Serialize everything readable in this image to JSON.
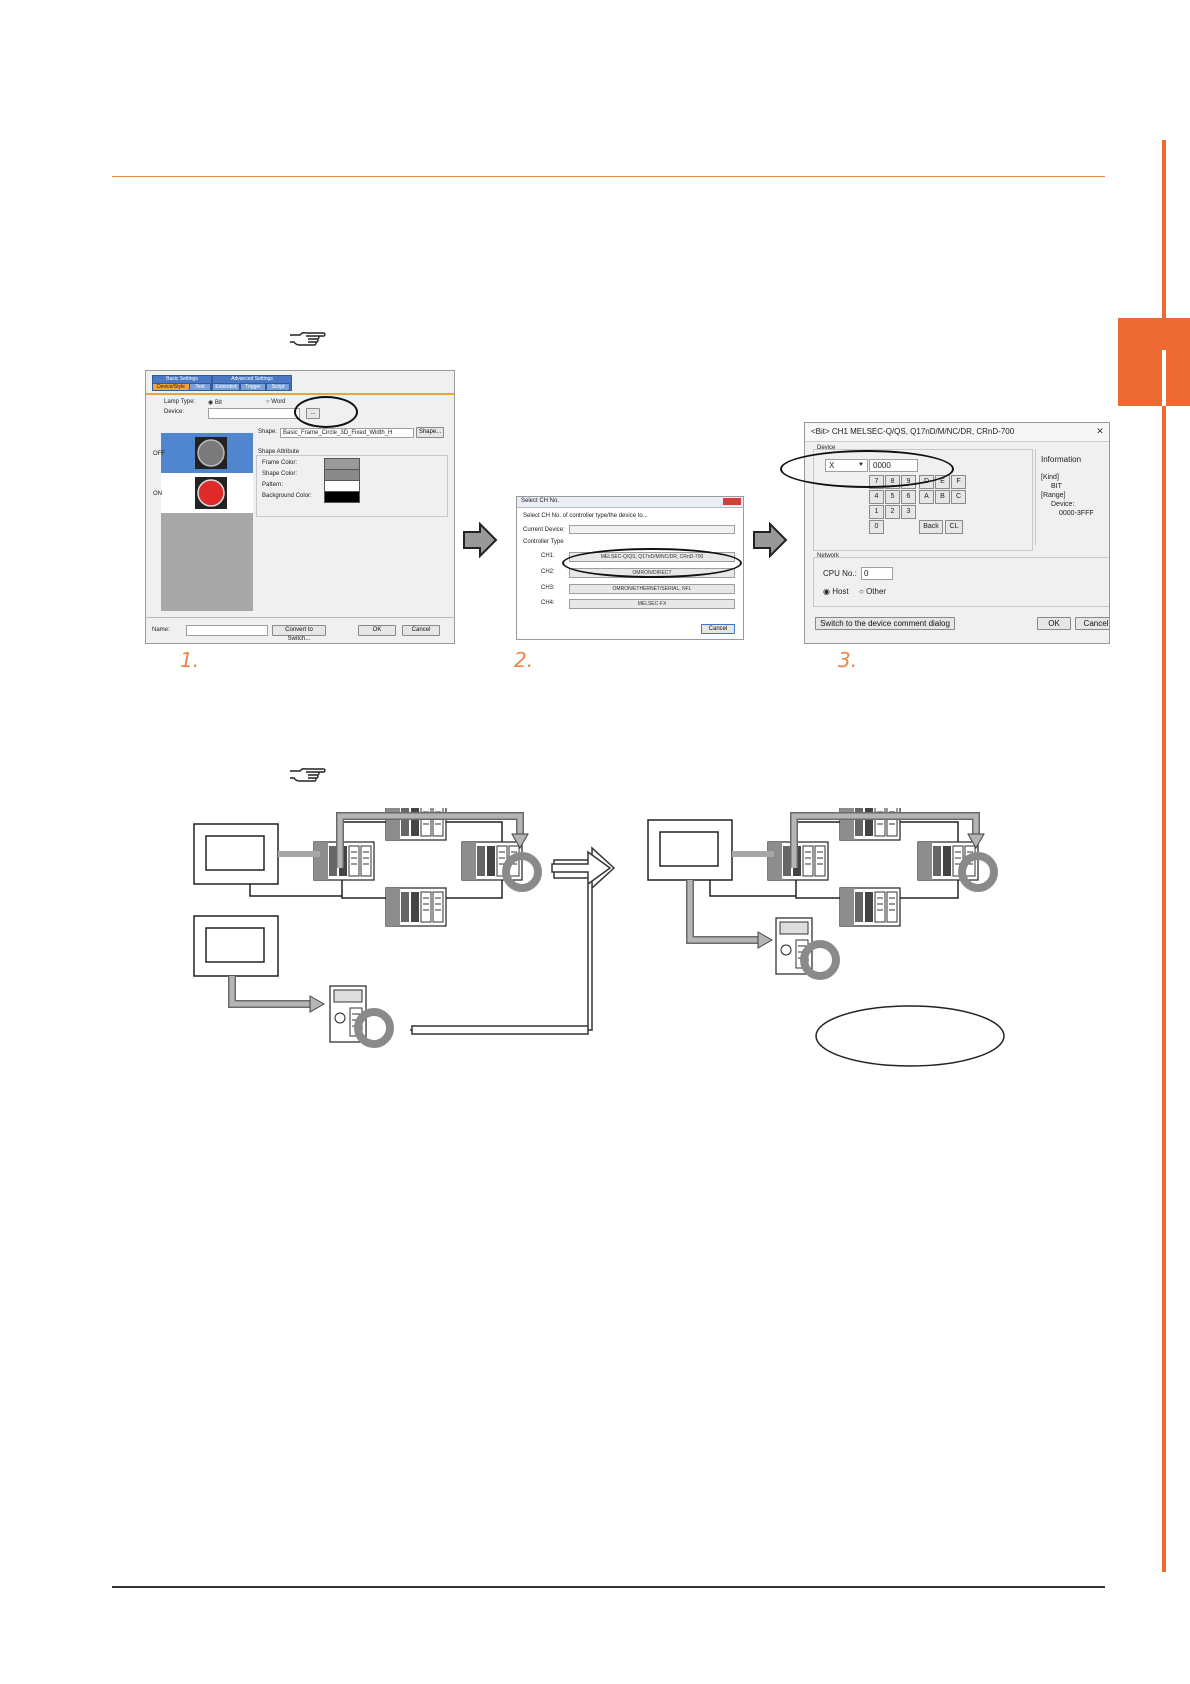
{
  "page": {
    "accent_color": "#ee6a33",
    "rule_color": "#e8864a"
  },
  "reference_icon": "pointing-hand-icon",
  "steps": [
    "1.",
    "2.",
    "3."
  ],
  "dialog1": {
    "tabs": [
      "Basic Settings",
      "Advanced Settings"
    ],
    "subtabs": [
      "Device/Style",
      "Text",
      "Extended",
      "Trigger",
      "Script"
    ],
    "lamp_type_label": "Lamp Type:",
    "lamp_type_options": [
      "Bit",
      "Word"
    ],
    "device_label": "Device:",
    "device_button": "...",
    "state_labels": [
      "OFF",
      "ON"
    ],
    "shape_label": "Shape:",
    "shape_value": "Basic_Frame_Circle_3D_Fixed_Width_H",
    "shape_button": "Shape...",
    "shape_attribute_label": "Shape Attribute",
    "attr_labels": [
      "Frame Color:",
      "Shape Color:",
      "Pattern:",
      "Background Color:"
    ],
    "name_label": "Name:",
    "convert_button": "Convert to Switch...",
    "ok": "OK",
    "cancel": "Cancel"
  },
  "dialog2": {
    "title": "Select CH No.",
    "instruction": "Select CH No. of controller type/the device to...",
    "current_device_label": "Current Device:",
    "controller_type_label": "Controller Type",
    "channels": [
      {
        "ch": "CH1:",
        "value": "MELSEC-Q/QS, Q17nD/M/NC/DR, CRnD-700"
      },
      {
        "ch": "CH2:",
        "value": "OMRON/DIRECT"
      },
      {
        "ch": "CH3:",
        "value": "OMRON/ETHERNET/SERIAL, NFL"
      },
      {
        "ch": "CH4:",
        "value": "MELSEC-FX"
      }
    ],
    "cancel": "Cancel"
  },
  "dialog3": {
    "title": "<Bit> CH1 MELSEC-Q/QS, Q17nD/M/NC/DR, CRnD-700",
    "device_group": "Device",
    "device_type": "X",
    "device_number": "0000",
    "keys_row1": [
      "7",
      "8",
      "9",
      "D",
      "E",
      "F"
    ],
    "keys_row2": [
      "4",
      "5",
      "6",
      "A",
      "B",
      "C"
    ],
    "keys_row3": [
      "1",
      "2",
      "3"
    ],
    "keys_row4": [
      "0"
    ],
    "back": "Back",
    "clear": "CL",
    "info_title": "Information",
    "info_lines": [
      "[Kind]",
      "BIT",
      "[Range]",
      "Device:",
      "0000-3FFF"
    ],
    "network_group": "Network",
    "cpu_label": "CPU No.:",
    "cpu_value": "0",
    "host": "Host",
    "other": "Other",
    "switch_button": "Switch to the device comment dialog",
    "ok": "OK",
    "cancel": "Cancel"
  }
}
